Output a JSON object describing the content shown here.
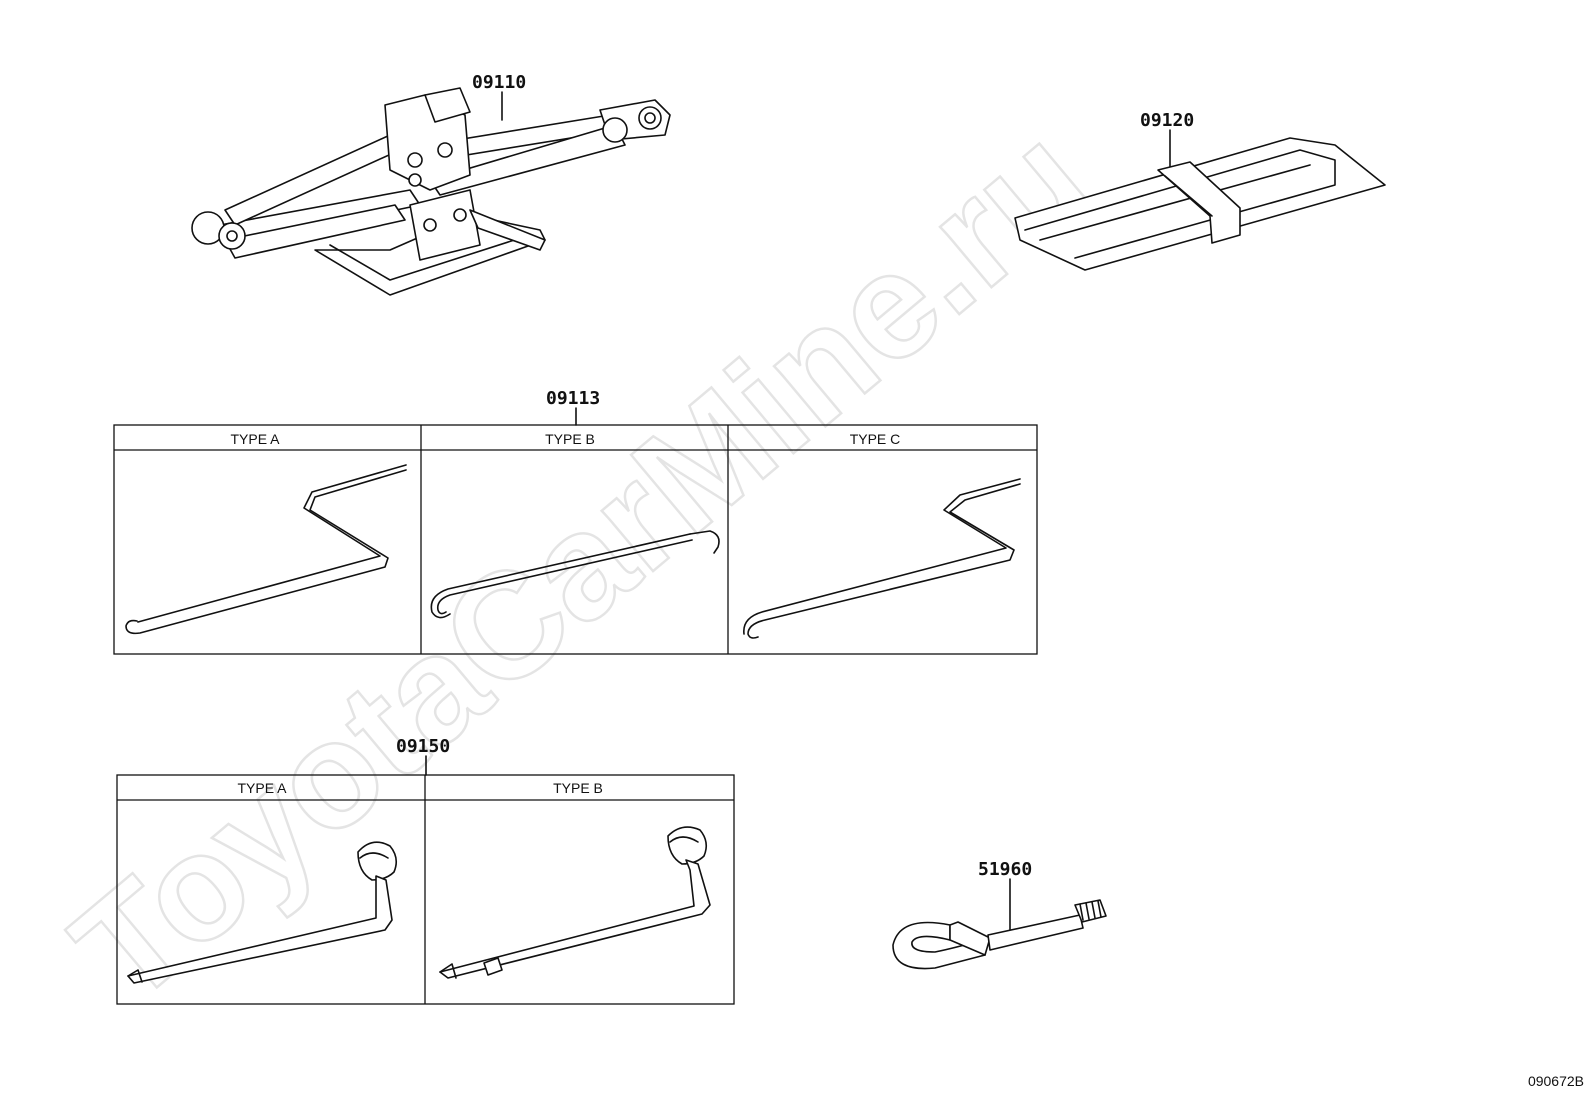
{
  "watermark": "ToyotaCarMine.ru",
  "diagram_code": "090672B",
  "parts": {
    "jack": {
      "number": "09110",
      "icon": "scissor-jack-icon"
    },
    "tool_bag": {
      "number": "09120",
      "icon": "tool-bag-icon"
    },
    "jack_handle": {
      "number": "09113",
      "types": [
        "TYPE A",
        "TYPE B",
        "TYPE C"
      ],
      "icon": "jack-handle-icon"
    },
    "wheel_wrench": {
      "number": "09150",
      "types": [
        "TYPE A",
        "TYPE B"
      ],
      "icon": "lug-wrench-icon"
    },
    "towing_eye": {
      "number": "51960",
      "icon": "towing-eye-icon"
    }
  }
}
